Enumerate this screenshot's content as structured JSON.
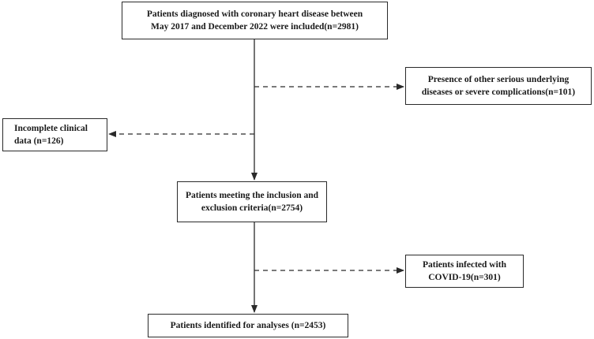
{
  "nodes": {
    "start": {
      "line1": "Patients diagnosed with coronary heart disease between",
      "line2": "May 2017 and December 2022 were included(n=2981)"
    },
    "exclusion_serious": {
      "line1": "Presence of other serious underlying",
      "line2": "diseases or severe complications(n=101)"
    },
    "exclusion_incomplete": {
      "line1": "Incomplete clinical",
      "line2": "data (n=126)"
    },
    "meeting_criteria": {
      "line1": "Patients meeting the inclusion and",
      "line2": "exclusion criteria(n=2754)"
    },
    "exclusion_covid": {
      "line1": "Patients infected with",
      "line2": "COVID-19(n=301)"
    },
    "final": {
      "line1": "Patients identified for analyses (n=2453)"
    }
  },
  "colors": {
    "line": "#2a2a2a"
  }
}
